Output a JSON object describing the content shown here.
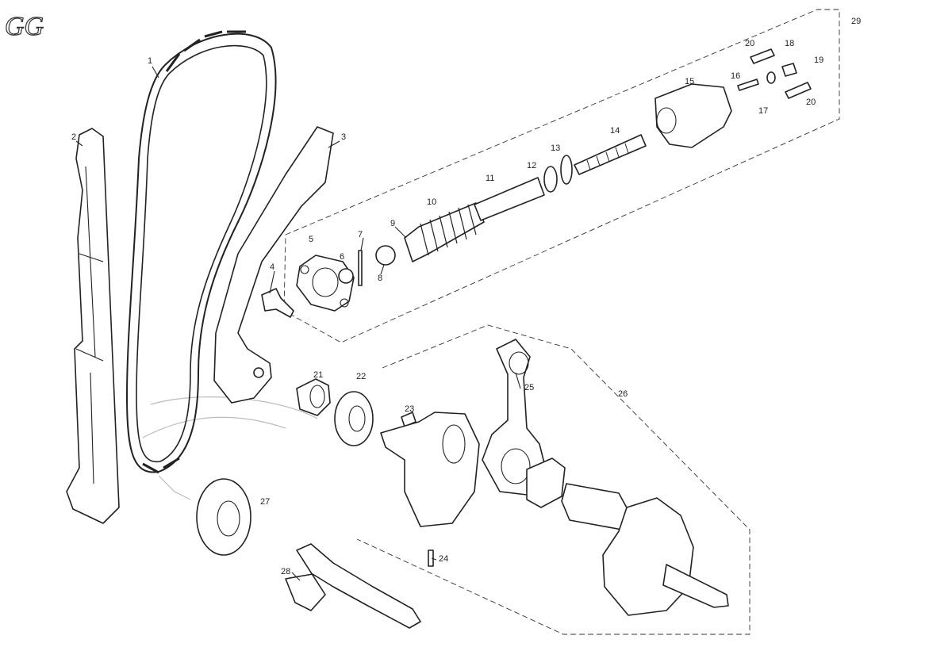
{
  "brand_logo": "GG",
  "callouts": [
    "1",
    "2",
    "3",
    "4",
    "5",
    "6",
    "7",
    "8",
    "9",
    "10",
    "11",
    "12",
    "13",
    "14",
    "15",
    "16",
    "17",
    "18",
    "19",
    "20",
    "20",
    "21",
    "22",
    "23",
    "24",
    "25",
    "26",
    "27",
    "28",
    "29"
  ]
}
